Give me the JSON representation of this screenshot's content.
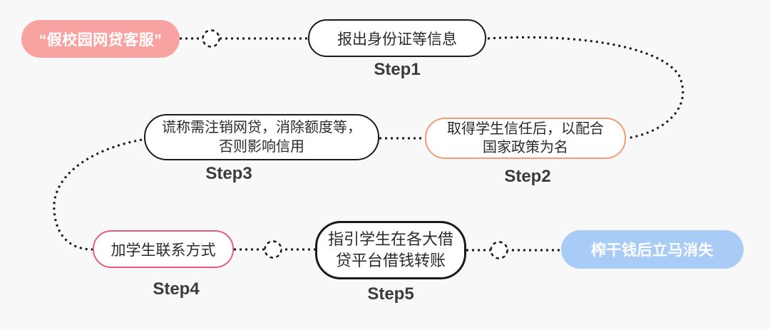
{
  "diagram": {
    "description": "campus-online-loan-scam-steps-flow",
    "colors": {
      "background": "#f8f8f8",
      "scammer_fill": "#f9a2a2",
      "vanish_fill": "#a8ccf6",
      "step2_border": "#f09d72",
      "step4_border": "#ea5c7b",
      "default_border": "#1a1a1a",
      "node_text": "#2b2b2b",
      "step_label_text": "#3b3b3b",
      "pill_text": "#ffffff",
      "connector": "#1a1a1a"
    },
    "nodes": {
      "scammer": {
        "label": "“假校园网贷客服”"
      },
      "step1": {
        "label": "报出身份证等信息",
        "step_label": "Step1"
      },
      "step2": {
        "label": "取得学生信任后，以配合\n国家政策为名",
        "step_label": "Step2"
      },
      "step3": {
        "label": "谎称需注销网贷，消除额度等，\n否则影响信用",
        "step_label": "Step3"
      },
      "step4": {
        "label": "加学生联系方式",
        "step_label": "Step4"
      },
      "step5": {
        "label": "指引学生在各大借\n贷平台借钱转账",
        "step_label": "Step5"
      },
      "vanish": {
        "label": "榨干钱后立马消失"
      }
    }
  }
}
